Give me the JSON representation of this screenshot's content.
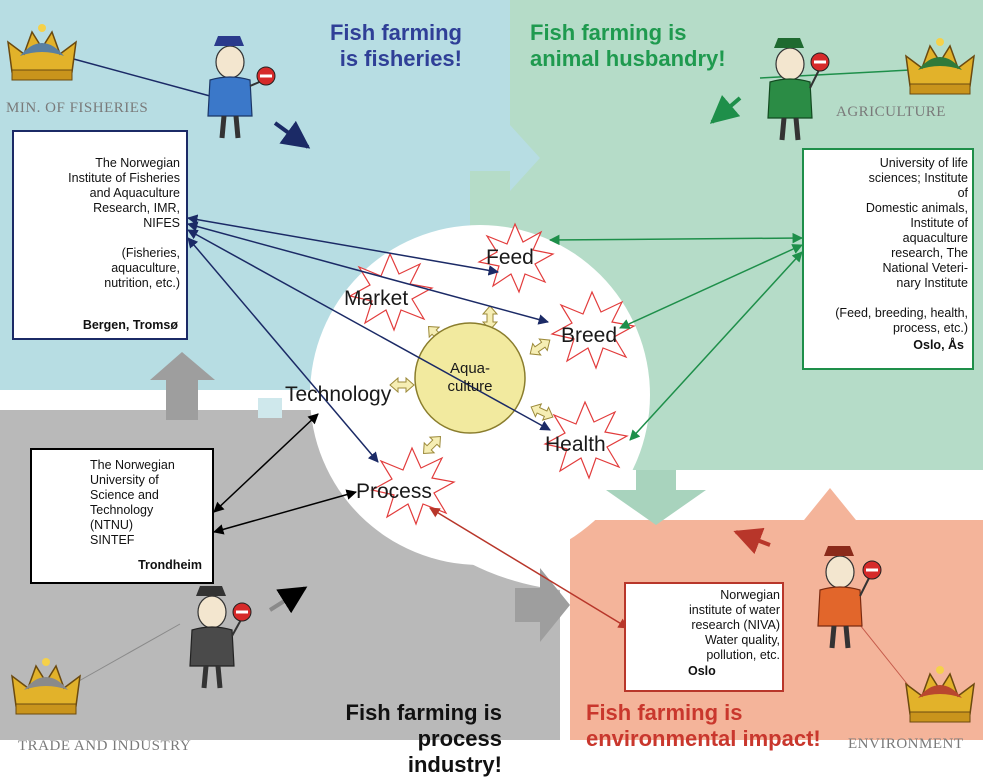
{
  "slogans": {
    "fisheries": [
      "Fish farming",
      "is fisheries!"
    ],
    "agriculture": [
      "Fish farming is",
      "animal husbandry!"
    ],
    "industry": [
      "Fish farming is",
      "process industry!"
    ],
    "environment": [
      "Fish farming is",
      "environmental impact!"
    ]
  },
  "ministries": {
    "fisheries": "MIN. OF FISHERIES",
    "agriculture": "AGRICULTURE",
    "industry": "TRADE AND INDUSTRY",
    "environment": "ENVIRONMENT"
  },
  "institutions": {
    "fisheries": {
      "name": [
        "The Norwegian",
        "Institute of Fisheries",
        "and Aquaculture",
        "Research, IMR,",
        "NIFES"
      ],
      "scope": [
        "(Fisheries,",
        "aquaculture,",
        "nutrition, etc.)"
      ],
      "place": "Bergen, Tromsø"
    },
    "agriculture": {
      "name": [
        "University of life",
        "sciences; Institute of",
        "Domestic animals,",
        "Institute of",
        "aquaculture",
        "research, The",
        "National Veteri-",
        "nary Institute"
      ],
      "scope": [
        "(Feed, breeding, health,",
        "process, etc.)"
      ],
      "place": "Oslo, Ås"
    },
    "industry": {
      "name": [
        "The Norwegian",
        "University of",
        "Science and",
        "Technology",
        "(NTNU)",
        "SINTEF"
      ],
      "place": "Trondheim"
    },
    "environment": {
      "name": [
        "Norwegian",
        "institute of water",
        "research (NIVA)",
        "Water quality,",
        "pollution, etc."
      ],
      "place": "Oslo"
    }
  },
  "topics": {
    "feed": "Feed",
    "market": "Market",
    "breed": "Breed",
    "technology": "Technology",
    "health": "Health",
    "process": "Process"
  },
  "center": [
    "Aqua-",
    "culture"
  ],
  "colors": {
    "fisheries_bg": "#b7dde3",
    "agriculture_bg": "#b5dcc8",
    "industry_bg": "#b9b9b9",
    "environment_bg": "#f4b49a",
    "fisheries_text": "#2f3f97",
    "agriculture_text": "#1f9a4f",
    "industry_text": "#111111",
    "environment_text": "#c9372d",
    "center_fill": "#f2ea9f",
    "fisheries_arrow": "#1b2a66",
    "agriculture_arrow": "#1e8f4a",
    "environment_arrow": "#b8362a",
    "industry_arrow": "#000000"
  }
}
